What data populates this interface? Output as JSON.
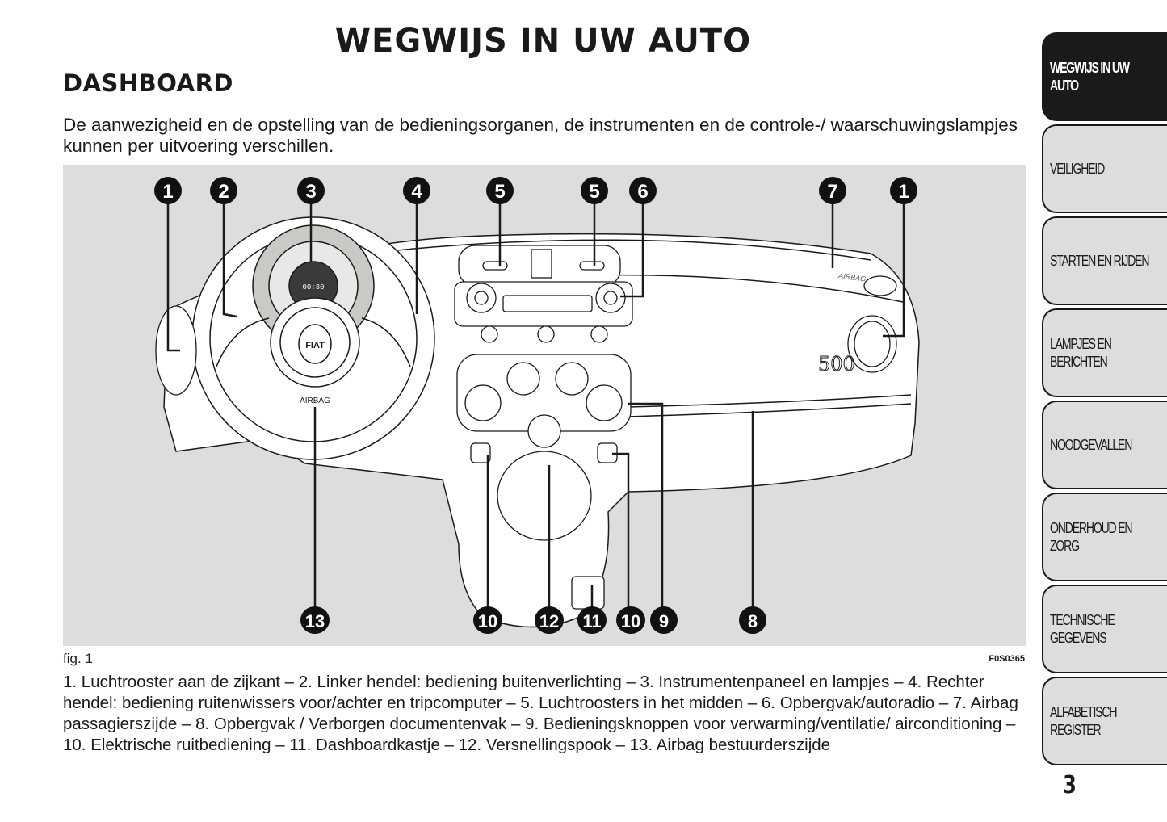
{
  "page": {
    "main_title": "WEGWIJS IN UW AUTO",
    "section_title": "DASHBOARD",
    "intro": "De aanwezigheid en de opstelling van de bedieningsorganen, de instrumenten en de controle-/ waarschuwingslampjes kunnen per uitvoering verschillen.",
    "page_number": "3"
  },
  "figure": {
    "label": "fig. 1",
    "code": "F0S0365",
    "bg_color": "#dcdedb",
    "labels": {
      "airbag_wheel": "AIRBAG",
      "airbag_passenger": "AIRBAG",
      "fiat_logo": "FIAT",
      "model_badge": "500",
      "clock": "00:30"
    },
    "callouts_top": [
      "1",
      "2",
      "3",
      "4",
      "5",
      "5",
      "6",
      "7",
      "1"
    ],
    "callouts_bottom": [
      "13",
      "10",
      "12",
      "11",
      "10",
      "9",
      "8"
    ]
  },
  "caption": "1. Luchtrooster aan de zijkant – 2. Linker hendel: bediening buitenverlichting – 3. Instrumentenpaneel en lampjes – 4. Rechter hendel: bediening ruitenwissers voor/achter en tripcomputer – 5. Luchtroosters in het midden – 6. Opbergvak/autoradio – 7. Airbag passagierszijde – 8. Opbergvak / Verborgen documentenvak – 9. Bedieningsknoppen voor verwarming/ventilatie/ airconditioning – 10. Elektrische ruitbediening – 11. Dashboardkastje – 12. Versnellingspook – 13. Airbag bestuurderszijde",
  "tabs": [
    {
      "label": "WEGWIJS IN UW\nAUTO",
      "active": true
    },
    {
      "label": "VEILIGHEID",
      "active": false
    },
    {
      "label": "STARTEN EN RIJDEN",
      "active": false
    },
    {
      "label": "LAMPJES EN\nBERICHTEN",
      "active": false
    },
    {
      "label": "NOODGEVALLEN",
      "active": false
    },
    {
      "label": "ONDERHOUD EN\nZORG",
      "active": false
    },
    {
      "label": "TECHNISCHE\nGEGEVENS",
      "active": false
    },
    {
      "label": "ALFABETISCH\nREGISTER",
      "active": false
    }
  ]
}
